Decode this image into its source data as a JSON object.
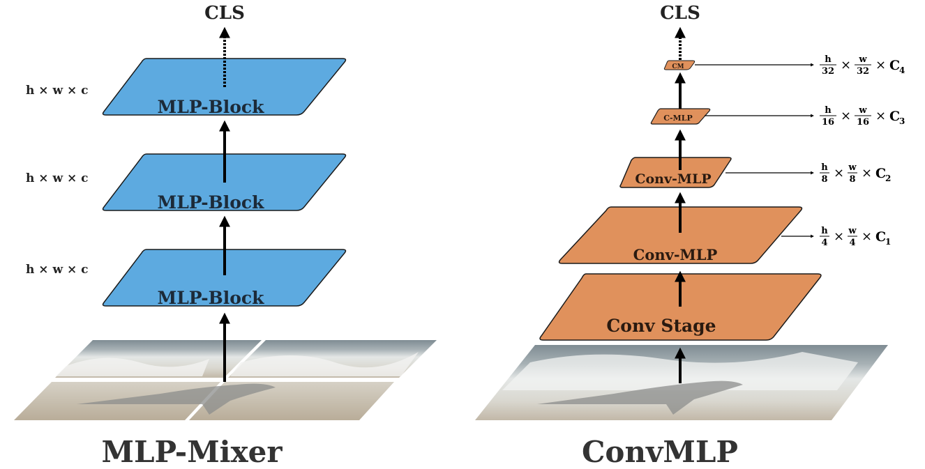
{
  "left": {
    "title": "MLP-Mixer",
    "top_label": "CLS",
    "blocks": [
      "MLP-Block",
      "MLP-Block",
      "MLP-Block"
    ],
    "dims": [
      "h × w × c",
      "h × w × c",
      "h × w × c"
    ]
  },
  "right": {
    "title": "ConvMLP",
    "top_label": "CLS",
    "stages": [
      "Conv Stage",
      "Conv-MLP",
      "Conv-MLP",
      "C-MLP",
      "CM"
    ],
    "dims": [
      {
        "num": "h",
        "den": "4",
        "num2": "w",
        "den2": "4",
        "c": "C",
        "sub": "1"
      },
      {
        "num": "h",
        "den": "8",
        "num2": "w",
        "den2": "8",
        "c": "C",
        "sub": "2"
      },
      {
        "num": "h",
        "den": "16",
        "num2": "w",
        "den2": "16",
        "c": "C",
        "sub": "3"
      },
      {
        "num": "h",
        "den": "32",
        "num2": "w",
        "den2": "32",
        "c": "C",
        "sub": "4"
      }
    ]
  },
  "colors": {
    "mixer_block": "#5DAAE0",
    "conv_block": "#E0915C",
    "outline": "#1a1a1a"
  }
}
